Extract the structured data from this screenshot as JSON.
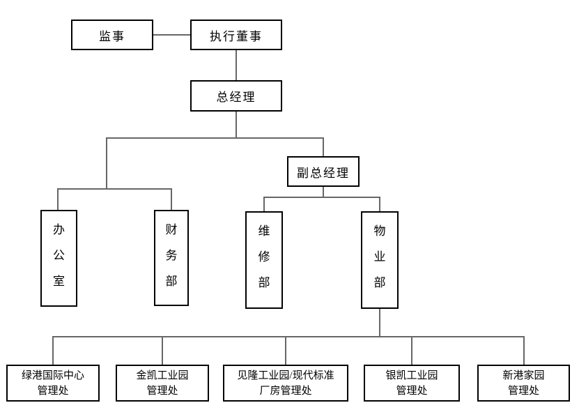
{
  "chart_data": {
    "type": "org-chart",
    "title": "",
    "hierarchy": "监事—执行董事 > 总经理 > (办公室, 财务部, 副总经理) ; 副总经理 > (维修部, 物业部) ; 物业部 > 5 管理处"
  },
  "nodes": {
    "supervisor": {
      "label": "监事"
    },
    "executive_director": {
      "label": "执行董事"
    },
    "general_manager": {
      "label": "总经理"
    },
    "deputy_general_manager": {
      "label": "副总经理"
    },
    "office": {
      "label": "办公室"
    },
    "finance_dept": {
      "label": "财务部"
    },
    "maintenance_dept": {
      "label": "维修部"
    },
    "property_dept": {
      "label": "物业部"
    },
    "mgmt": {
      "lvgang": {
        "label": "绿港国际中心\n管理处"
      },
      "jinkai": {
        "label": "金凯工业园\n管理处"
      },
      "jianlong": {
        "label": "见隆工业园/现代标准\n厂房管理处"
      },
      "yinkai": {
        "label": "银凯工业园\n管理处"
      },
      "xingang": {
        "label": "新港家园\n管理处"
      }
    }
  },
  "colors": {
    "border": "#000000",
    "connector": "#666666",
    "background": "#ffffff",
    "text": "#000000"
  }
}
